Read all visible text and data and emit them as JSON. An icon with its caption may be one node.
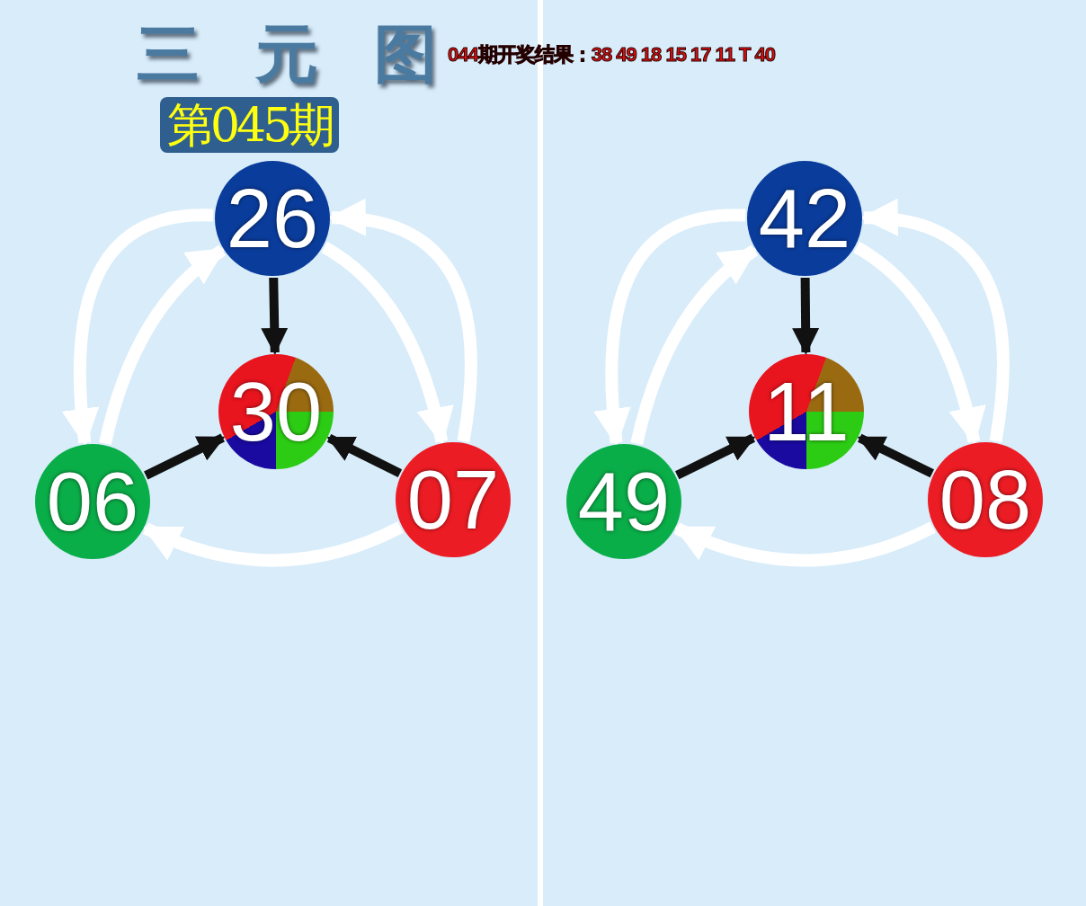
{
  "diagram": {
    "title": "三元图",
    "nodes": [
      {
        "text": [
          "26"
        ]
      },
      {
        "text": [
          "30"
        ]
      },
      {
        "text": [
          "06"
        ]
      },
      {
        "text": [
          "07"
        ]
      },
      {
        "text": [
          "42"
        ]
      },
      {
        "text": [
          "11"
        ]
      },
      {
        "text": [
          "49"
        ]
      },
      {
        "text": [
          "08"
        ]
      }
    ],
    "edges": [
      {
        "from": 0,
        "to": 1,
        "arrow": "to",
        "color": "#111111"
      },
      {
        "from": 2,
        "to": 1,
        "arrow": "to",
        "color": "#111111"
      },
      {
        "from": 3,
        "to": 1,
        "arrow": "to",
        "color": "#111111"
      },
      {
        "from": 2,
        "to": 0,
        "arrow": "to"
      },
      {
        "from": 0,
        "to": 3,
        "arrow": "to"
      },
      {
        "from": 3,
        "to": 2,
        "arrow": "to"
      },
      {
        "from": 0,
        "to": 2,
        "arrow": "to"
      },
      {
        "from": 3,
        "to": 0,
        "arrow": "to"
      },
      {
        "from": 4,
        "to": 5,
        "arrow": "to",
        "color": "#111111"
      },
      {
        "from": 6,
        "to": 5,
        "arrow": "to",
        "color": "#111111"
      },
      {
        "from": 7,
        "to": 5,
        "arrow": "to",
        "color": "#111111"
      },
      {
        "from": 6,
        "to": 4,
        "arrow": "to"
      },
      {
        "from": 4,
        "to": 7,
        "arrow": "to"
      },
      {
        "from": 7,
        "to": 6,
        "arrow": "to"
      },
      {
        "from": 4,
        "to": 6,
        "arrow": "to"
      },
      {
        "from": 7,
        "to": 4,
        "arrow": "to"
      }
    ],
    "labels": [
      "044期开奖结果：38 49 18 15 17 11 T 40",
      "第045期"
    ]
  }
}
